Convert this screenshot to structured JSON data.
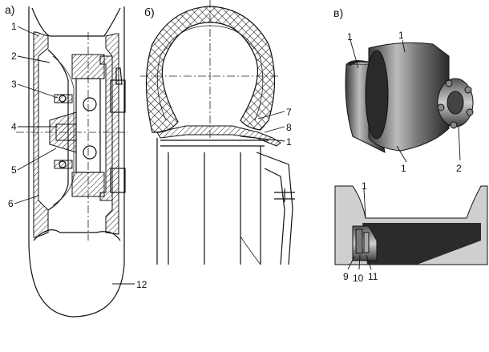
{
  "panels": {
    "a": {
      "label": "а)"
    },
    "b": {
      "label": "б)"
    },
    "v": {
      "label": "в)"
    }
  },
  "callouts": {
    "a": [
      "1",
      "2",
      "3",
      "4",
      "5",
      "6",
      "12"
    ],
    "b": [
      "7",
      "8",
      "1"
    ],
    "v_top": [
      "1",
      "1",
      "1",
      "2"
    ],
    "v_bottom": [
      "1",
      "9",
      "10",
      "11"
    ]
  }
}
